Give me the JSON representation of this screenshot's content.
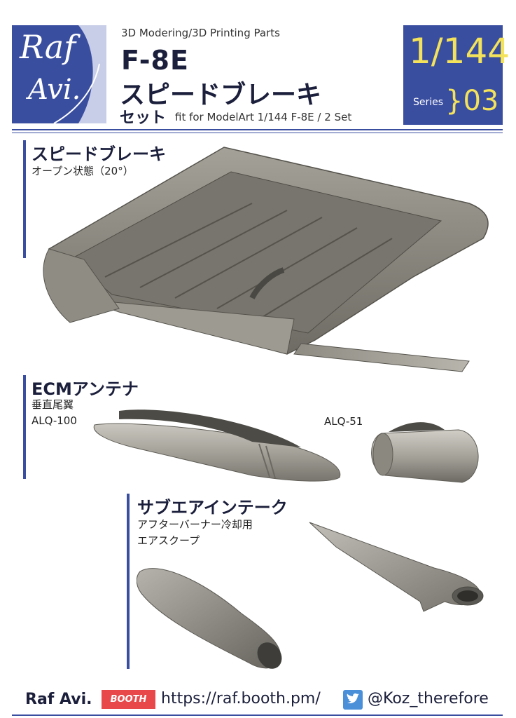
{
  "header": {
    "logo": {
      "line1": "Raf",
      "line2": "Avi."
    },
    "subtitle": "3D Modering/3D Printing Parts",
    "title_model": "F-8E",
    "title_part": "スピードブレーキ",
    "title_set": "セット",
    "fit_for": "fit for ModelArt 1/144 F-8E / 2 Set",
    "scale": "1/144",
    "series_label": "Series",
    "series_number": "}03"
  },
  "sections": {
    "speed_brake": {
      "title": "スピードブレーキ",
      "subtitle": "オープン状態（20°）"
    },
    "ecm": {
      "title": "ECMアンテナ",
      "subtitle1": "垂直尾翼",
      "subtitle2": "ALQ-100",
      "label_alq51": "ALQ-51"
    },
    "intake": {
      "title": "サブエアインテーク",
      "subtitle1": "アフターバーナー冷却用",
      "subtitle2": "エアスクープ"
    }
  },
  "footer": {
    "brand": "Raf Avi.",
    "booth_badge": "BOOTH",
    "url": "https://raf.booth.pm/",
    "twitter_handle": "@Koz_therefore"
  },
  "colors": {
    "accent": "#3a4ea0",
    "scale_text": "#f3e25a",
    "booth": "#e8484a",
    "twitter": "#4a90d9"
  }
}
